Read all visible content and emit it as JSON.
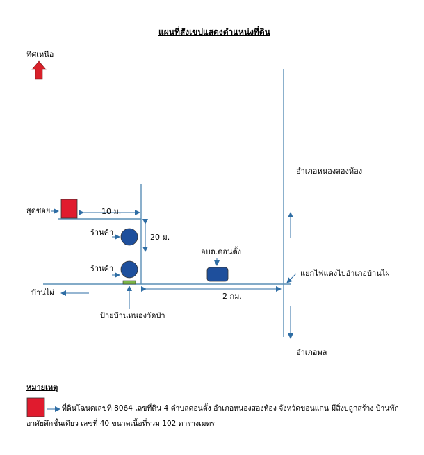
{
  "title": "แผนที่สังเขปแสดงตำแหน่งที่ดิน",
  "north_label": "ทิศเหนือ",
  "place_labels": {
    "sutsoi": "สุดซอย",
    "shop_1": "ร้านค้า",
    "shop_2": "ร้านค้า",
    "obt": "อบต.ดอนตั้ง",
    "ban_phai": "บ้านไผ่",
    "bus_stop": "ป้ายบ้านหนองวัดป่า",
    "nong_song_hong": "อำเภอหนองสองห้อง",
    "intersection": "แยกไฟแดงไปอำเภอบ้านไผ่",
    "phon": "อำเภอพล"
  },
  "distances": {
    "d10": "10 ม.",
    "d20": "20 ม.",
    "d2km": "2 กม."
  },
  "legend": {
    "title": "หมายเหตุ",
    "line1": "ที่ดินโฉนดเลขที่  8064  เลขที่ดิน 4  ตำบลดอนตั้ง  อำเภอหนองสองห้อง  จังหวัดขอนแก่น  มีสิ่งปลูกสร้าง   บ้านพัก",
    "line2": "อาศัยตึกชั้นเดียว  เลขที่ 40  ขนาดเนื้อที่รวม 102 ตารางเมตร"
  },
  "colors": {
    "road": "#5a8fb6",
    "plot": "#e01b2e",
    "shop": "#1e4f9c",
    "arrow": "#2e6da4",
    "north_arrow": "#d8202a",
    "sign": "#7ab648"
  }
}
